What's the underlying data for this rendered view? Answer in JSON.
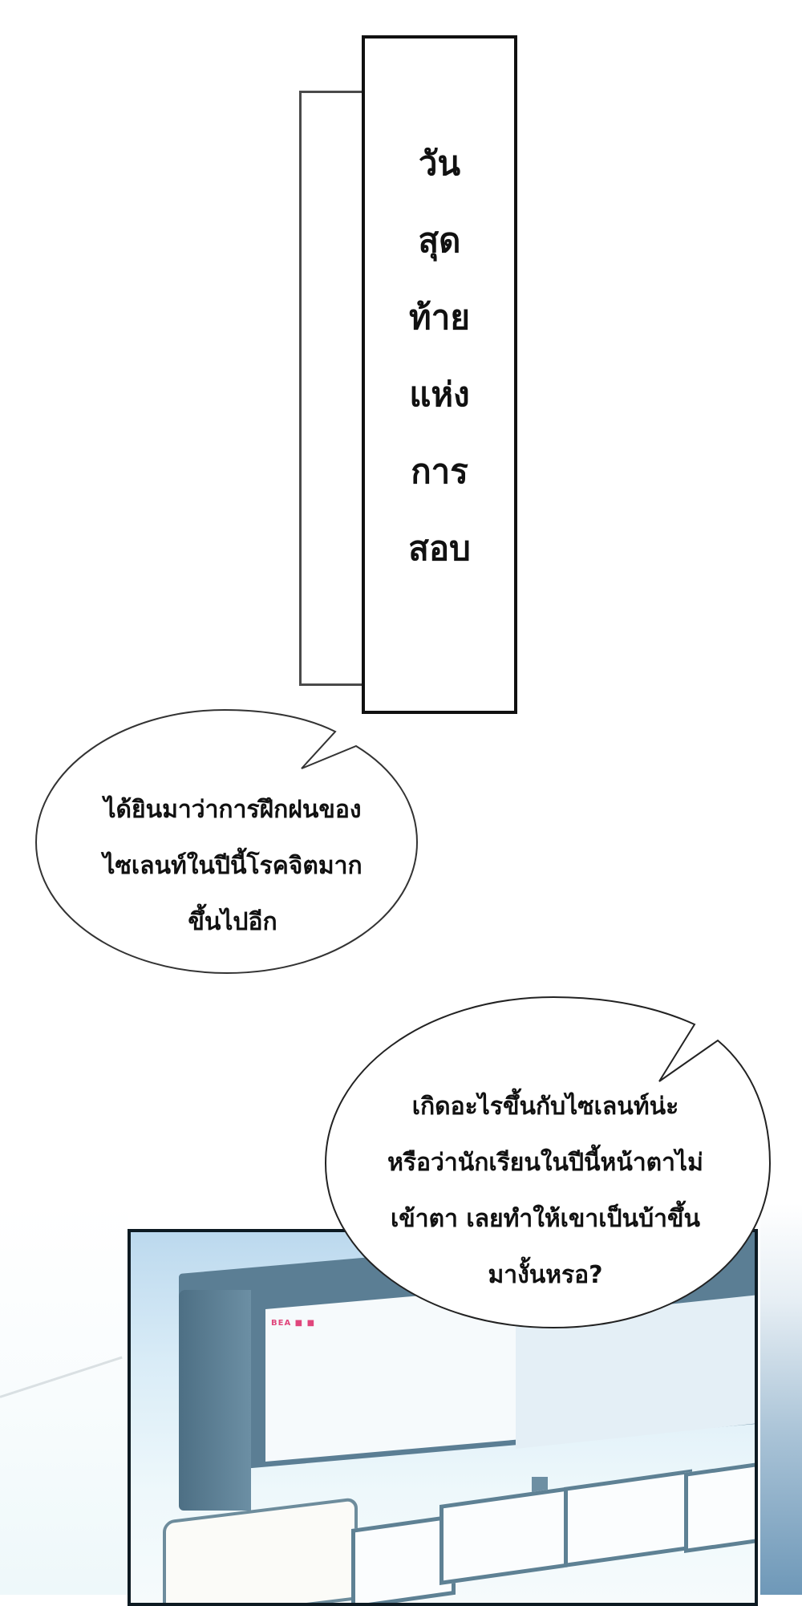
{
  "page": {
    "type": "webtoon-page",
    "language": "th"
  },
  "caption": {
    "lines": [
      "วัน",
      "สุด",
      "ท้าย",
      "แห่ง",
      "การ",
      "สอบ"
    ]
  },
  "bubble1": {
    "lines": [
      "ได้ยินมาว่าการฝึกฝนของ",
      "ไซเลนท์ในปีนี้โรคจิตมาก",
      "ขึ้นไปอีก"
    ]
  },
  "bubble2": {
    "lines": [
      "เกิดอะไรขึ้นกับไซเลนท์น่ะ",
      "หรือว่านักเรียนในปีนี้หน้าตาไม่",
      "เข้าตา เลยทำให้เขาเป็นบ้าขึ้น",
      "มางั้นหรอ?"
    ]
  },
  "panel": {
    "scene": "control-room-monitors",
    "screen_header_text": "BEA ■ ■"
  },
  "colors": {
    "caption_border": "#111111",
    "caption_back_border": "#4a4a4a",
    "panel_border": "#0d1a22",
    "monitor_frame": "#5b7e94",
    "screen_header": "#e0467c"
  }
}
